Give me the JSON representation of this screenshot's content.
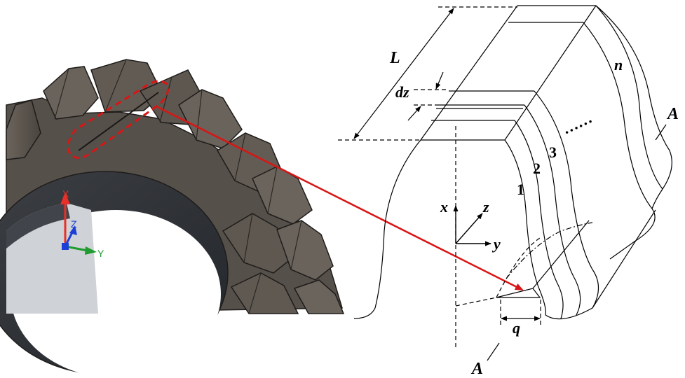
{
  "gear_view": {
    "triad": {
      "x_label": "X",
      "y_label": "Y",
      "z_label": "Z",
      "x_color": "#e8302a",
      "y_color": "#1f9b2f",
      "z_color": "#1b3fd6"
    },
    "gear_color": "#5a544d",
    "highlight_color": "#d91515"
  },
  "schematic": {
    "labels": {
      "length": "L",
      "slice_thickness": "dz",
      "slice_1": "1",
      "slice_2": "2",
      "slice_3": "3",
      "slice_n": "n",
      "slice_dots": "……",
      "section_top": "A",
      "section_bottom": "A",
      "crack_depth": "q"
    },
    "axes": {
      "x": "x",
      "y": "y",
      "z": "z"
    }
  },
  "arrow": {
    "color": "#d91515"
  }
}
